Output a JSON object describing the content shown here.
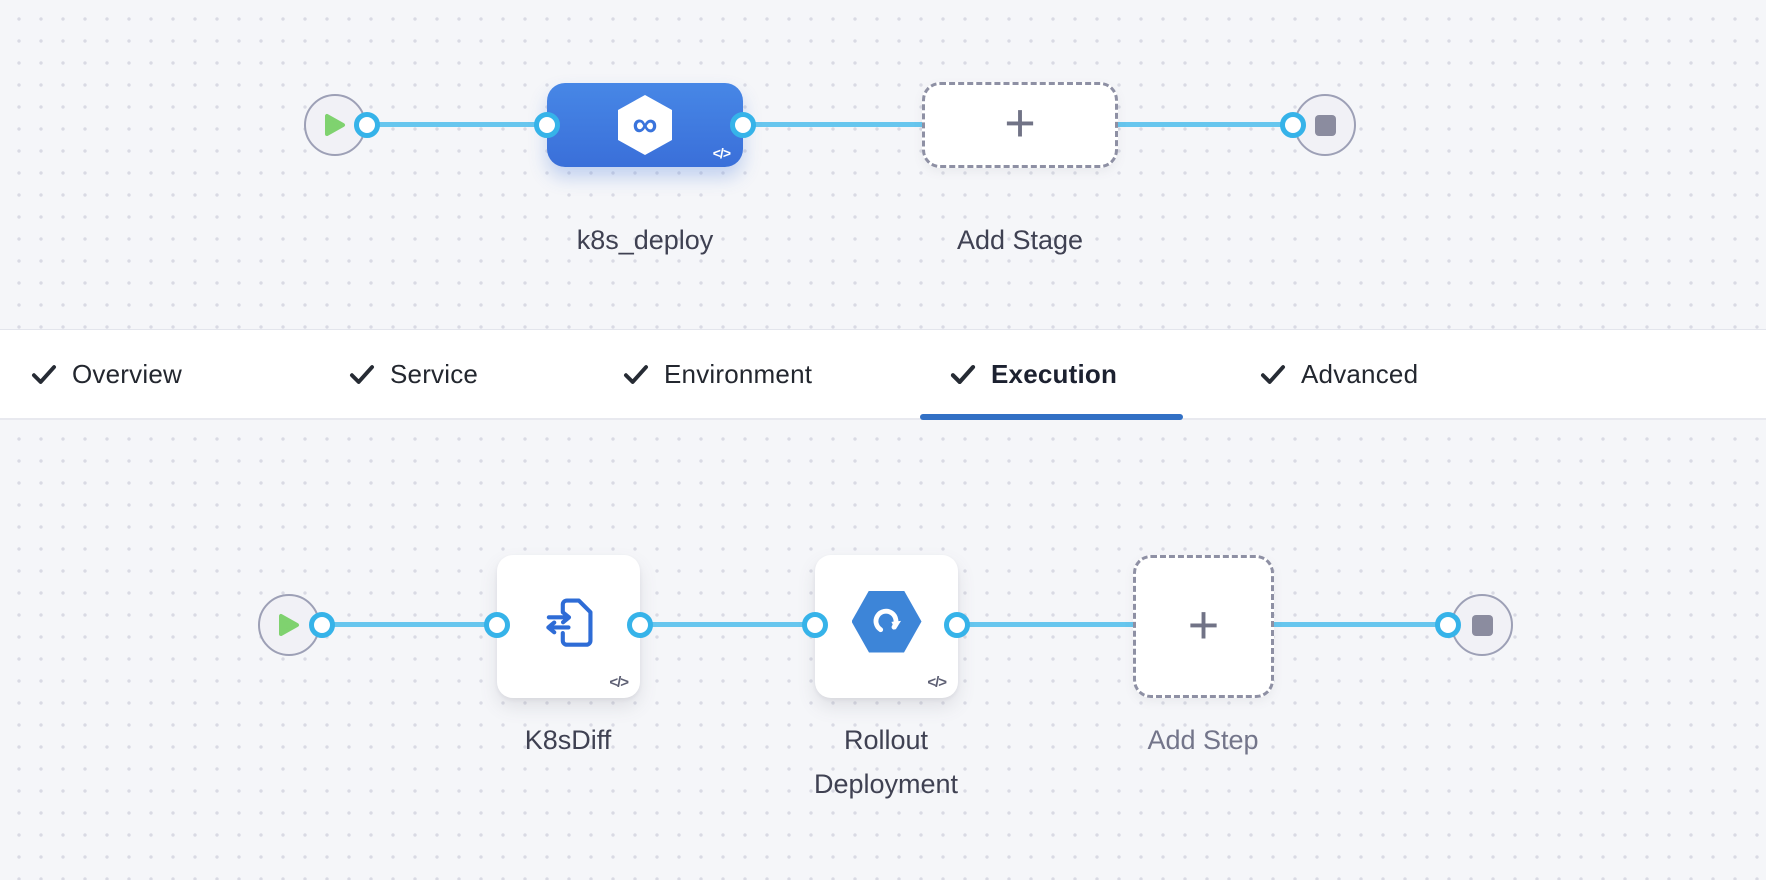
{
  "stage_pipeline": {
    "stage_name": "k8s_deploy",
    "add_stage_label": "Add Stage",
    "code_badge": "</>"
  },
  "tab_bar": {
    "check_glyph": "✓",
    "active_tab": "Execution",
    "tabs": [
      {
        "label": "Overview",
        "checked": true,
        "active": false
      },
      {
        "label": "Service",
        "checked": true,
        "active": false
      },
      {
        "label": "Environment",
        "checked": true,
        "active": false
      },
      {
        "label": "Execution",
        "checked": true,
        "active": true
      },
      {
        "label": "Advanced",
        "checked": true,
        "active": false
      }
    ]
  },
  "execution_pipeline": {
    "steps": [
      {
        "name": "K8sDiff",
        "code_badge": "</>",
        "icon": "file-diff-icon"
      },
      {
        "name": "Rollout Deployment",
        "code_badge": "</>",
        "icon": "rollout-hexagon-icon"
      }
    ],
    "add_step_label": "Add Step"
  },
  "icons": {
    "plus": "+",
    "infinity": "∞",
    "start": "play-triangle-icon",
    "end": "stop-square-icon"
  },
  "colors": {
    "connector": "#67c6ee",
    "port_ring": "#36b3e9",
    "stage_node_blue": "#3f7ce0",
    "active_tab_underline": "#3270c5",
    "play_green": "#7fd26f",
    "canvas_bg": "#f5f6f9"
  }
}
